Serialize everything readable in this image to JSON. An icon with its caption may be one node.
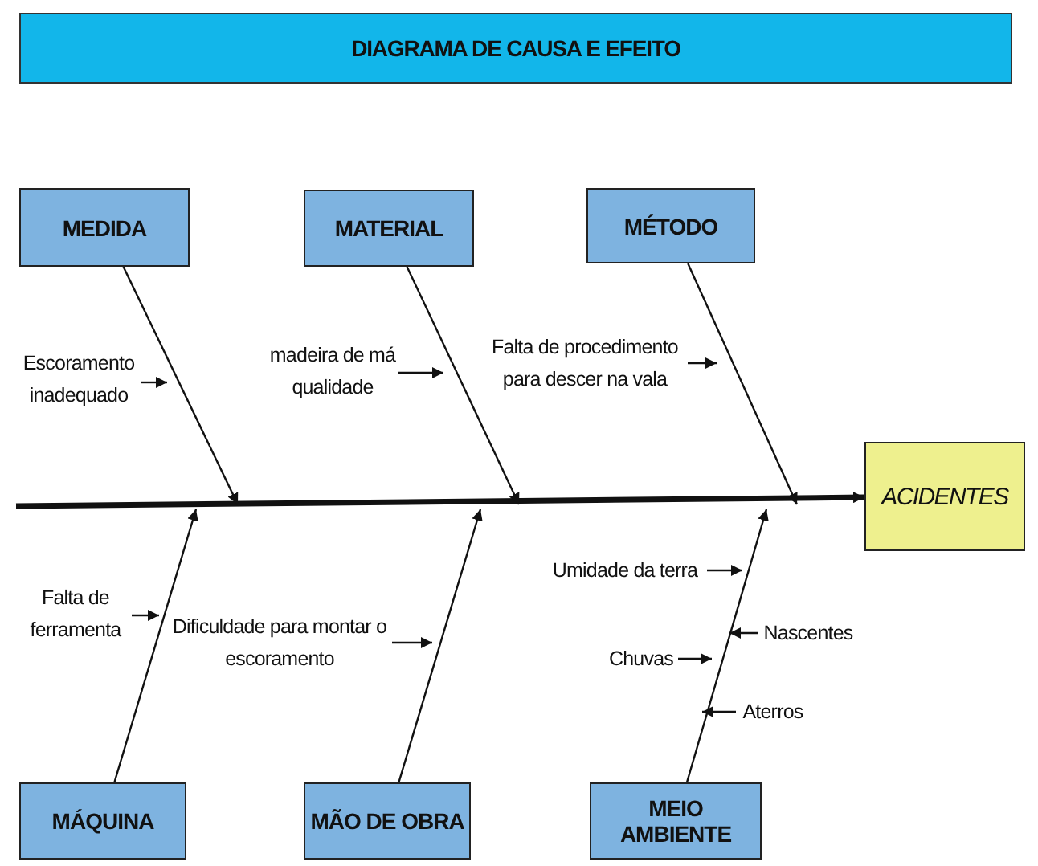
{
  "diagram": {
    "title": "DIAGRAMA DE CAUSA E EFEITO",
    "nodes": [
      {
        "text": [
          "MEDIDA"
        ]
      },
      {
        "text": [
          "MATERIAL"
        ]
      },
      {
        "text": [
          "MÉTODO"
        ]
      },
      {
        "text": [
          "ACIDENTES"
        ]
      },
      {
        "text": [
          "MÁQUINA"
        ]
      },
      {
        "text": [
          "MÃO DE OBRA"
        ]
      },
      {
        "text": [
          "MEIO AMBIENTE"
        ]
      },
      {
        "text": [
          "Escoramento inadequado"
        ]
      },
      {
        "text": [
          "madeira de má qualidade"
        ]
      },
      {
        "text": [
          "Falta de procedimento para descer na vala"
        ]
      },
      {
        "text": [
          "Falta de ferramenta"
        ]
      },
      {
        "text": [
          "Dificuldade para montar o escoramento"
        ]
      },
      {
        "text": [
          "Umidade da terra"
        ]
      },
      {
        "text": [
          "Chuvas"
        ]
      },
      {
        "text": [
          "Nascentes"
        ]
      },
      {
        "text": [
          "Aterros"
        ]
      }
    ],
    "edges": [
      {
        "from": null,
        "to": 3,
        "arrow": "to",
        "style": "thick"
      },
      {
        "from": 0,
        "to": null,
        "arrow": "to"
      },
      {
        "from": 1,
        "to": null,
        "arrow": "to"
      },
      {
        "from": 2,
        "to": null,
        "arrow": "to"
      },
      {
        "from": 4,
        "to": null,
        "arrow": "to"
      },
      {
        "from": 5,
        "to": null,
        "arrow": "to"
      },
      {
        "from": 6,
        "to": null,
        "arrow": "to"
      },
      {
        "from": 7,
        "to": null,
        "arrow": "to"
      },
      {
        "from": 8,
        "to": null,
        "arrow": "to"
      },
      {
        "from": 9,
        "to": null,
        "arrow": "to"
      },
      {
        "from": 10,
        "to": null,
        "arrow": "to"
      },
      {
        "from": 11,
        "to": null,
        "arrow": "to"
      },
      {
        "from": 12,
        "to": null,
        "arrow": "to"
      },
      {
        "from": 13,
        "to": null,
        "arrow": "to"
      },
      {
        "from": 14,
        "to": null,
        "arrow": "to"
      },
      {
        "from": 15,
        "to": null,
        "arrow": "to"
      }
    ]
  }
}
